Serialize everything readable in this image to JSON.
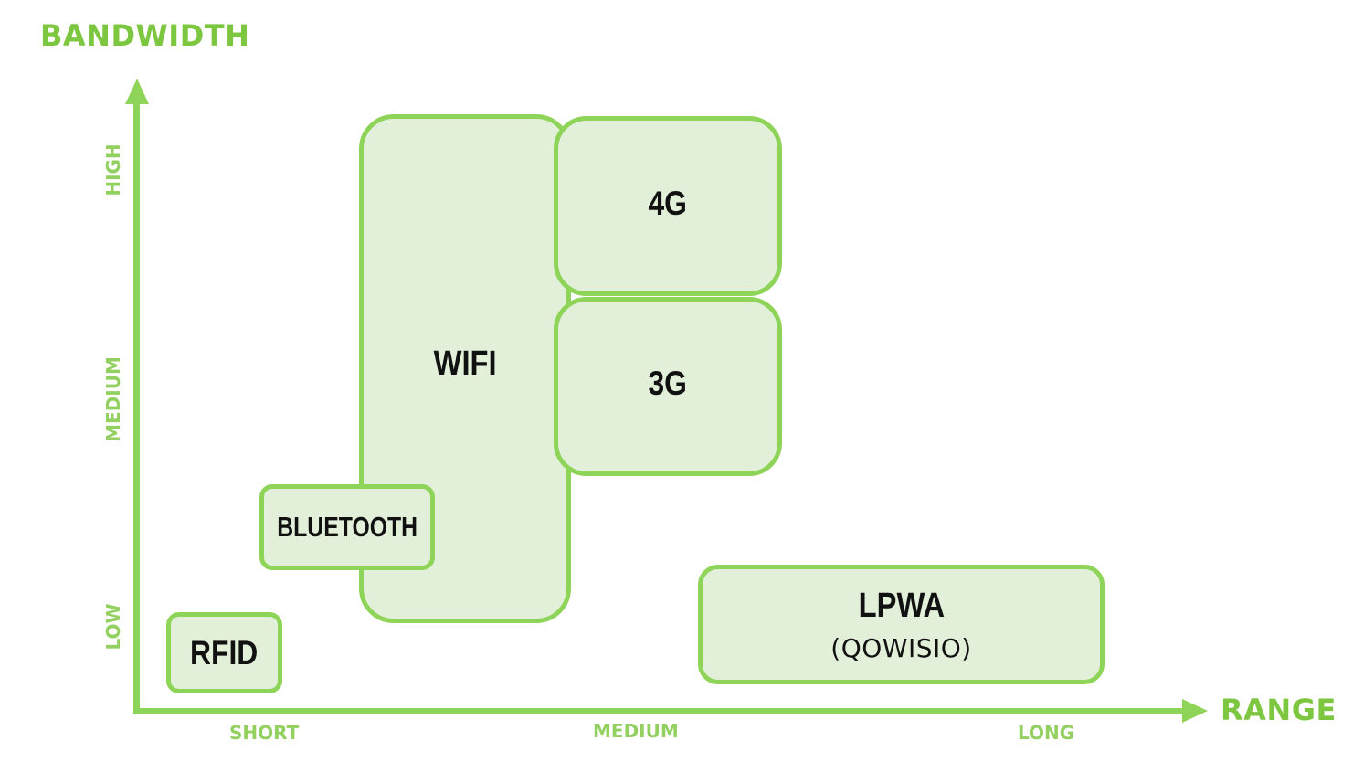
{
  "axes": {
    "y_title": "BANDWIDTH",
    "x_title": "RANGE",
    "y_ticks": [
      "HIGH",
      "MEDIUM",
      "LOW"
    ],
    "x_ticks": [
      "SHORT",
      "MEDIUM",
      "LONG"
    ]
  },
  "boxes": {
    "wifi": "WIFI",
    "bluetooth": "BLUETOOTH",
    "rfid": "RFID",
    "g4": "4G",
    "g3": "3G",
    "lpwa": "LPWA",
    "lpwa_sub": "(QOWISIO)"
  },
  "colors": {
    "accent": "#8ed458",
    "title_green": "#7dc740",
    "box_fill": "#e3f0d9",
    "label_text": "#111111"
  }
}
